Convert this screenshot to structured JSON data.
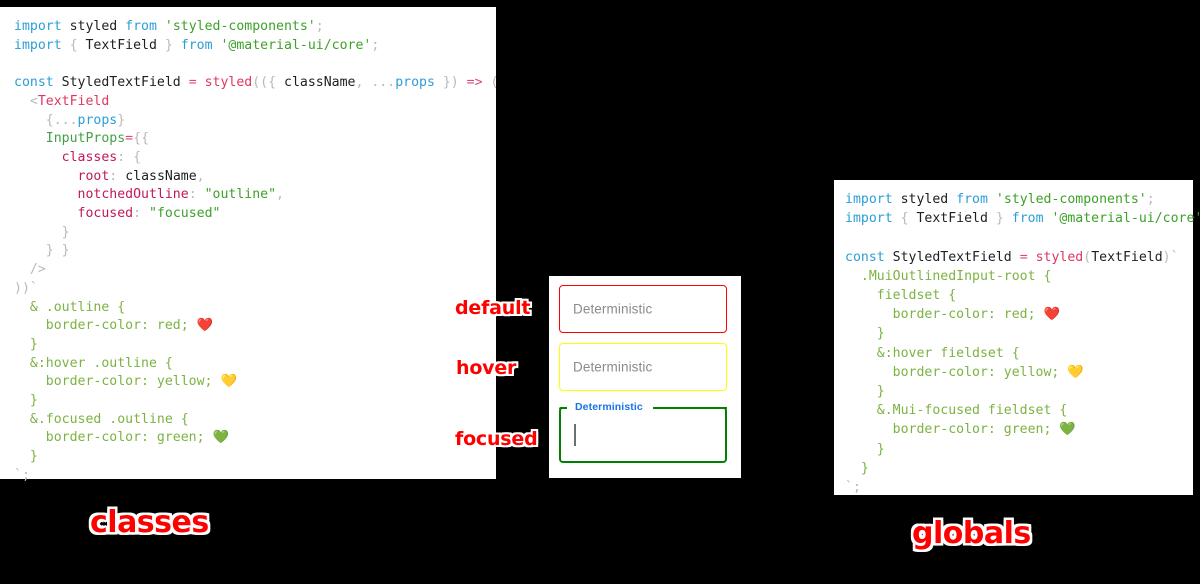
{
  "left_panel": {
    "name": "classes-approach-code",
    "caption": "classes",
    "caption_color": "#ff0000",
    "code_lines": [
      [
        {
          "t": "kw",
          "s": "import"
        },
        {
          "t": "plain",
          "s": " styled "
        },
        {
          "t": "kw",
          "s": "from"
        },
        {
          "t": "plain",
          "s": " "
        },
        {
          "t": "str",
          "s": "'styled-components'"
        },
        {
          "t": "punc",
          "s": ";"
        }
      ],
      [
        {
          "t": "kw",
          "s": "import"
        },
        {
          "t": "punc",
          "s": " { "
        },
        {
          "t": "plain",
          "s": "TextField"
        },
        {
          "t": "punc",
          "s": " } "
        },
        {
          "t": "kw",
          "s": "from"
        },
        {
          "t": "plain",
          "s": " "
        },
        {
          "t": "str",
          "s": "'@material-ui/core'"
        },
        {
          "t": "punc",
          "s": ";"
        }
      ],
      [],
      [
        {
          "t": "kw",
          "s": "const"
        },
        {
          "t": "plain",
          "s": " StyledTextField "
        },
        {
          "t": "op",
          "s": "="
        },
        {
          "t": "plain",
          "s": " "
        },
        {
          "t": "tag",
          "s": "styled"
        },
        {
          "t": "punc",
          "s": "(({ "
        },
        {
          "t": "plain",
          "s": "className"
        },
        {
          "t": "punc",
          "s": ", "
        },
        {
          "t": "punc",
          "s": "..."
        },
        {
          "t": "var",
          "s": "props"
        },
        {
          "t": "punc",
          "s": " }) "
        },
        {
          "t": "op",
          "s": "=>"
        },
        {
          "t": "punc",
          "s": " ("
        }
      ],
      [
        {
          "t": "plain",
          "s": "  "
        },
        {
          "t": "punc",
          "s": "<"
        },
        {
          "t": "tag",
          "s": "TextField"
        }
      ],
      [
        {
          "t": "plain",
          "s": "    "
        },
        {
          "t": "punc",
          "s": "{..."
        },
        {
          "t": "var",
          "s": "props"
        },
        {
          "t": "punc",
          "s": "}"
        }
      ],
      [
        {
          "t": "plain",
          "s": "    "
        },
        {
          "t": "attr",
          "s": "InputProps"
        },
        {
          "t": "op",
          "s": "="
        },
        {
          "t": "punc",
          "s": "{{"
        }
      ],
      [
        {
          "t": "plain",
          "s": "      "
        },
        {
          "t": "prop",
          "s": "classes"
        },
        {
          "t": "punc",
          "s": ": {"
        }
      ],
      [
        {
          "t": "plain",
          "s": "        "
        },
        {
          "t": "prop",
          "s": "root"
        },
        {
          "t": "punc",
          "s": ": "
        },
        {
          "t": "plain",
          "s": "className"
        },
        {
          "t": "punc",
          "s": ","
        }
      ],
      [
        {
          "t": "plain",
          "s": "        "
        },
        {
          "t": "prop",
          "s": "notchedOutline"
        },
        {
          "t": "punc",
          "s": ": "
        },
        {
          "t": "str",
          "s": "\"outline\""
        },
        {
          "t": "punc",
          "s": ","
        }
      ],
      [
        {
          "t": "plain",
          "s": "        "
        },
        {
          "t": "prop",
          "s": "focused"
        },
        {
          "t": "punc",
          "s": ": "
        },
        {
          "t": "str",
          "s": "\"focused\""
        }
      ],
      [
        {
          "t": "plain",
          "s": "      "
        },
        {
          "t": "punc",
          "s": "}"
        }
      ],
      [
        {
          "t": "plain",
          "s": "    "
        },
        {
          "t": "punc",
          "s": "} }"
        }
      ],
      [
        {
          "t": "plain",
          "s": "  "
        },
        {
          "t": "punc",
          "s": "/>"
        }
      ],
      [
        {
          "t": "punc",
          "s": "))`"
        }
      ],
      [
        {
          "t": "css",
          "s": "  & .outline {"
        }
      ],
      [
        {
          "t": "css",
          "s": "    border-color: red; "
        },
        {
          "t": "emoji",
          "s": "❤️"
        }
      ],
      [
        {
          "t": "css",
          "s": "  }"
        }
      ],
      [
        {
          "t": "css",
          "s": "  &:hover .outline {"
        }
      ],
      [
        {
          "t": "css",
          "s": "    border-color: yellow; "
        },
        {
          "t": "emoji",
          "s": "💛"
        }
      ],
      [
        {
          "t": "css",
          "s": "  }"
        }
      ],
      [
        {
          "t": "css",
          "s": "  &.focused .outline {"
        }
      ],
      [
        {
          "t": "css",
          "s": "    border-color: green; "
        },
        {
          "t": "emoji",
          "s": "💚"
        }
      ],
      [
        {
          "t": "css",
          "s": "  }"
        }
      ],
      [
        {
          "t": "punc",
          "s": "`;"
        }
      ]
    ]
  },
  "right_panel": {
    "name": "globals-approach-code",
    "caption": "globals",
    "caption_color": "#ff0000",
    "code_lines": [
      [
        {
          "t": "kw",
          "s": "import"
        },
        {
          "t": "plain",
          "s": " styled "
        },
        {
          "t": "kw",
          "s": "from"
        },
        {
          "t": "plain",
          "s": " "
        },
        {
          "t": "str",
          "s": "'styled-components'"
        },
        {
          "t": "punc",
          "s": ";"
        }
      ],
      [
        {
          "t": "kw",
          "s": "import"
        },
        {
          "t": "punc",
          "s": " { "
        },
        {
          "t": "plain",
          "s": "TextField"
        },
        {
          "t": "punc",
          "s": " } "
        },
        {
          "t": "kw",
          "s": "from"
        },
        {
          "t": "plain",
          "s": " "
        },
        {
          "t": "str",
          "s": "'@material-ui/core'"
        },
        {
          "t": "punc",
          "s": ";"
        }
      ],
      [],
      [
        {
          "t": "kw",
          "s": "const"
        },
        {
          "t": "plain",
          "s": " StyledTextField "
        },
        {
          "t": "op",
          "s": "="
        },
        {
          "t": "plain",
          "s": " "
        },
        {
          "t": "tag",
          "s": "styled"
        },
        {
          "t": "punc",
          "s": "("
        },
        {
          "t": "plain",
          "s": "TextField"
        },
        {
          "t": "punc",
          "s": ")`"
        }
      ],
      [
        {
          "t": "css",
          "s": "  .MuiOutlinedInput-root {"
        }
      ],
      [
        {
          "t": "css",
          "s": "    fieldset {"
        }
      ],
      [
        {
          "t": "css",
          "s": "      border-color: red; "
        },
        {
          "t": "emoji",
          "s": "❤️"
        }
      ],
      [
        {
          "t": "css",
          "s": "    }"
        }
      ],
      [
        {
          "t": "css",
          "s": "    &:hover fieldset {"
        }
      ],
      [
        {
          "t": "css",
          "s": "      border-color: yellow; "
        },
        {
          "t": "emoji",
          "s": "💛"
        }
      ],
      [
        {
          "t": "css",
          "s": "    }"
        }
      ],
      [
        {
          "t": "css",
          "s": "    &.Mui-focused fieldset {"
        }
      ],
      [
        {
          "t": "css",
          "s": "      border-color: green; "
        },
        {
          "t": "emoji",
          "s": "💚"
        }
      ],
      [
        {
          "t": "css",
          "s": "    }"
        }
      ],
      [
        {
          "t": "css",
          "s": "  }"
        }
      ],
      [
        {
          "t": "punc",
          "s": "`;"
        }
      ]
    ]
  },
  "demo_panel": {
    "name": "textfield-states-preview",
    "fields": [
      {
        "state": "default",
        "callout": "default",
        "value": "Deterministic",
        "border_color": "#ff0000",
        "has_float_label": false
      },
      {
        "state": "hover",
        "callout": "hover",
        "value": "Deterministic",
        "border_color": "#ffff00",
        "has_float_label": false
      },
      {
        "state": "focused",
        "callout": "focused",
        "value": "",
        "label": "Deterministic",
        "label_color": "#1a73e8",
        "border_color": "#008000",
        "has_float_label": true
      }
    ]
  },
  "theme": {
    "background": "#000000",
    "panel_background": "#ffffff",
    "accent_red": "#ff0000",
    "accent_yellow": "#ffff00",
    "accent_green": "#008000",
    "label_blue": "#1a73e8",
    "placeholder_gray": "#8a8a8a"
  }
}
